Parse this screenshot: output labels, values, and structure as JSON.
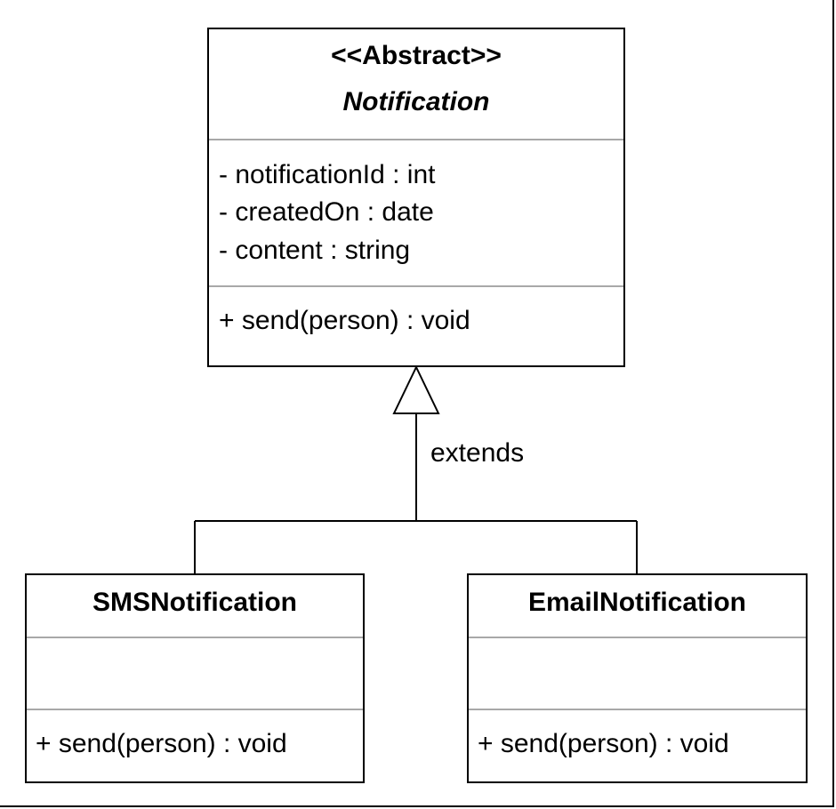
{
  "abstract_class": {
    "stereotype": "<<Abstract>>",
    "name": "Notification",
    "attributes": [
      "- notificationId : int",
      "- createdOn : date",
      "- content : string"
    ],
    "methods": [
      "+ send(person) : void"
    ]
  },
  "relationship": {
    "type": "generalization",
    "label": "extends"
  },
  "subclasses": [
    {
      "name": "SMSNotification",
      "attributes": [],
      "methods": [
        "+ send(person) : void"
      ]
    },
    {
      "name": "EmailNotification",
      "attributes": [],
      "methods": [
        "+ send(person) : void"
      ]
    }
  ],
  "colors": {
    "line": "#000000",
    "compartment_divider": "#a8a8a8",
    "background": "#ffffff"
  }
}
